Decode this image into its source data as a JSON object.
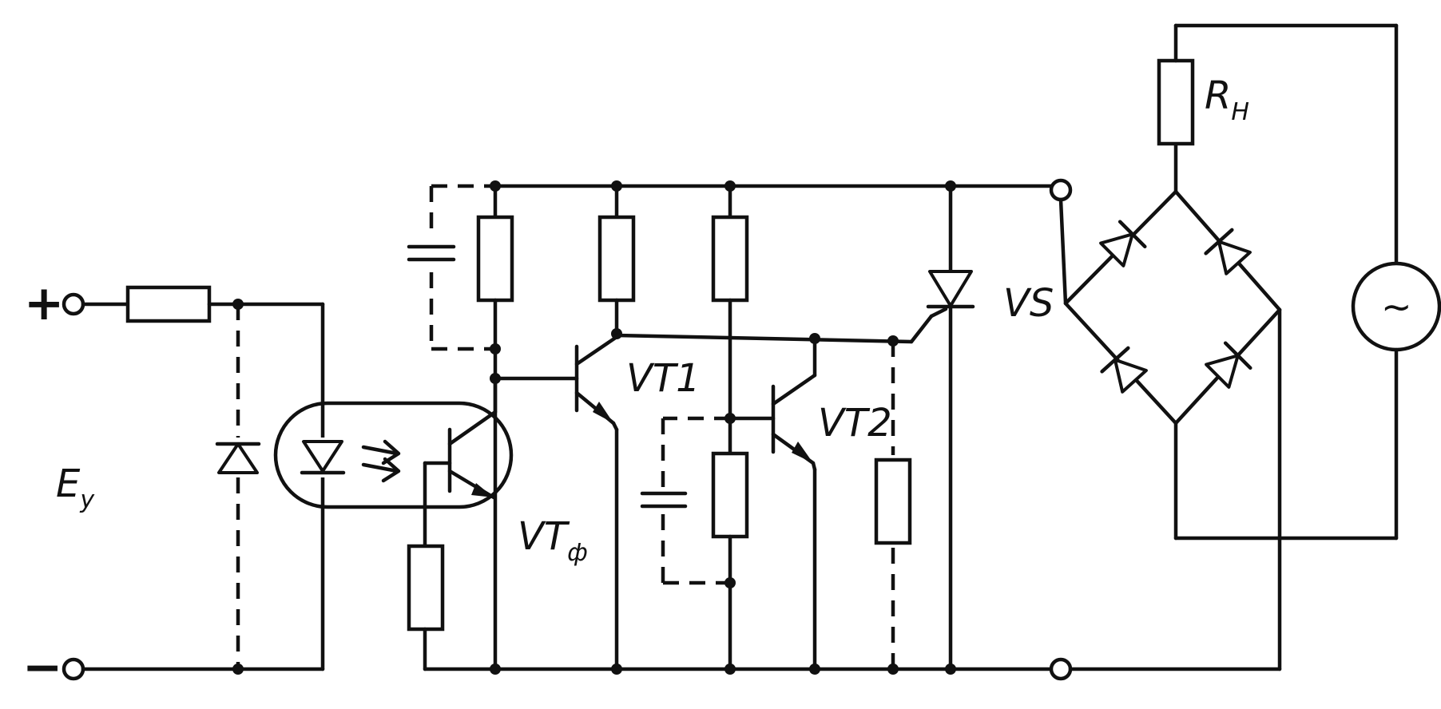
{
  "labels": {
    "plus": "+",
    "minus": "−",
    "ey_main": "E",
    "ey_sub": "y",
    "vtf_main": "VT",
    "vtf_sub": "ф",
    "vt1": "VT1",
    "vt2": "VT2",
    "vs": "VS",
    "rn_main": "R",
    "rn_sub": "H",
    "ac": "~"
  }
}
